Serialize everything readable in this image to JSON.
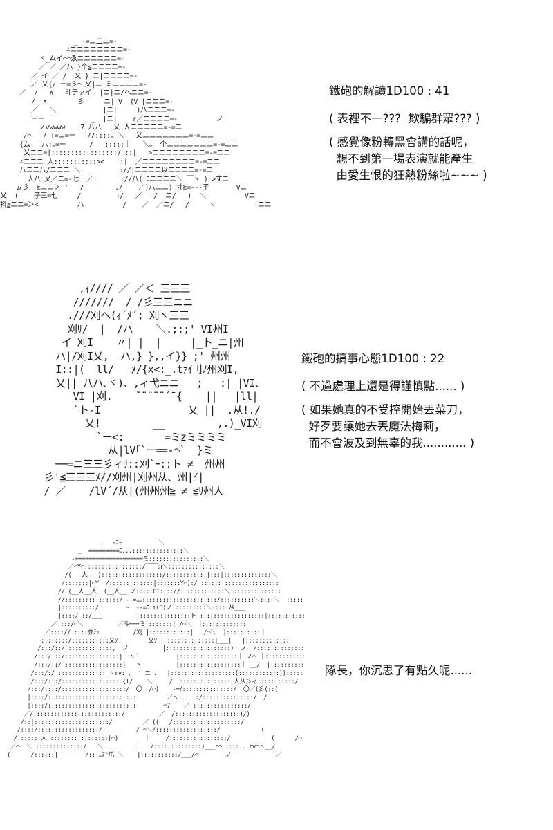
{
  "panels": [
    {
      "lines": [
        "鐵砲的解讀1D100 : 41",
        "( 表裡不一???  欺騙群眾??? )",
        "( 感覺像粉轉黑會講的話呢，\n  想不到第一場表演就能產生\n  由愛生恨的狂熱粉絲啦~~~ )"
      ]
    },
    {
      "lines": [
        "鐵砲的搞事心態1D100 : 22",
        "( 不過處理上還是得謹慎點...... )",
        "( 如果她真的不受控開始丟菜刀，\n  好歹要讓她去丟魔法梅莉，\n  而不會波及到無辜的我............ )"
      ]
    },
    {
      "lines": [
        "隊長，你沉思了有點久呢......"
      ]
    }
  ]
}
